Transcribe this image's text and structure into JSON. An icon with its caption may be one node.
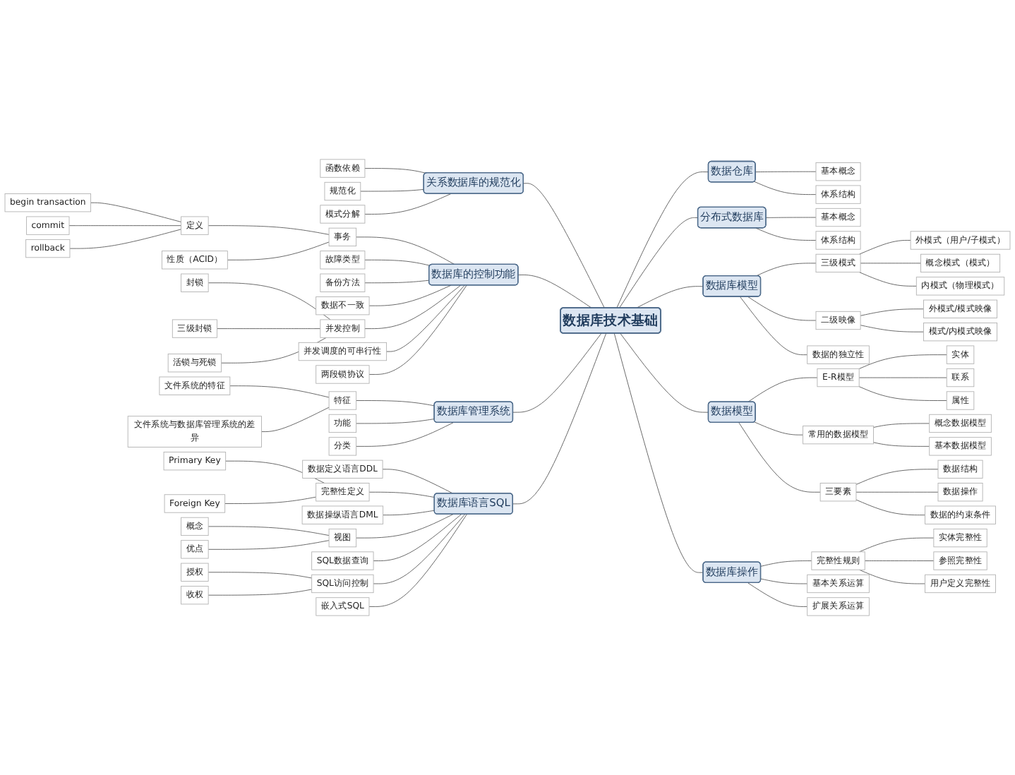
{
  "diagram": {
    "nodes": [
      {
        "text": [
          "数据库技术基础"
        ]
      },
      {
        "text": [
          "关系数据库的规范化"
        ]
      },
      {
        "text": [
          "函数依赖"
        ]
      },
      {
        "text": [
          "规范化"
        ]
      },
      {
        "text": [
          "模式分解"
        ]
      },
      {
        "text": [
          "数据库的控制功能"
        ]
      },
      {
        "text": [
          "事务"
        ]
      },
      {
        "text": [
          "定义"
        ]
      },
      {
        "text": [
          "begin transaction"
        ]
      },
      {
        "text": [
          "commit"
        ]
      },
      {
        "text": [
          "rollback"
        ]
      },
      {
        "text": [
          "性质（ACID）"
        ]
      },
      {
        "text": [
          "故障类型"
        ]
      },
      {
        "text": [
          "备份方法"
        ]
      },
      {
        "text": [
          "数据不一致"
        ]
      },
      {
        "text": [
          "并发控制"
        ]
      },
      {
        "text": [
          "封锁"
        ]
      },
      {
        "text": [
          "三级封锁"
        ]
      },
      {
        "text": [
          "活锁与死锁"
        ]
      },
      {
        "text": [
          "并发调度的可串行性"
        ]
      },
      {
        "text": [
          "两段锁协议"
        ]
      },
      {
        "text": [
          "数据库管理系统"
        ]
      },
      {
        "text": [
          "特征"
        ]
      },
      {
        "text": [
          "文件系统的特征"
        ]
      },
      {
        "text": [
          "文件系统与数据库管理系统的差异"
        ]
      },
      {
        "text": [
          "功能"
        ]
      },
      {
        "text": [
          "分类"
        ]
      },
      {
        "text": [
          "数据库语言SQL"
        ]
      },
      {
        "text": [
          "数据定义语言DDL"
        ]
      },
      {
        "text": [
          "完整性定义"
        ]
      },
      {
        "text": [
          "Primary Key"
        ]
      },
      {
        "text": [
          "Foreign Key"
        ]
      },
      {
        "text": [
          "数据操纵语言DML"
        ]
      },
      {
        "text": [
          "视图"
        ]
      },
      {
        "text": [
          "概念"
        ]
      },
      {
        "text": [
          "优点"
        ]
      },
      {
        "text": [
          "SQL数据查询"
        ]
      },
      {
        "text": [
          "SQL访问控制"
        ]
      },
      {
        "text": [
          "授权"
        ]
      },
      {
        "text": [
          "收权"
        ]
      },
      {
        "text": [
          "嵌入式SQL"
        ]
      },
      {
        "text": [
          "数据仓库"
        ]
      },
      {
        "text": [
          "基本概念"
        ]
      },
      {
        "text": [
          "体系结构"
        ]
      },
      {
        "text": [
          "分布式数据库"
        ]
      },
      {
        "text": [
          "基本概念"
        ]
      },
      {
        "text": [
          "体系结构"
        ]
      },
      {
        "text": [
          "数据库模型"
        ]
      },
      {
        "text": [
          "三级模式"
        ]
      },
      {
        "text": [
          "外模式（用户/子模式）"
        ]
      },
      {
        "text": [
          "概念模式（模式）"
        ]
      },
      {
        "text": [
          "内模式（物理模式）"
        ]
      },
      {
        "text": [
          "二级映像"
        ]
      },
      {
        "text": [
          "外模式/模式映像"
        ]
      },
      {
        "text": [
          "模式/内模式映像"
        ]
      },
      {
        "text": [
          "数据的独立性"
        ]
      },
      {
        "text": [
          "数据模型"
        ]
      },
      {
        "text": [
          "E-R模型"
        ]
      },
      {
        "text": [
          "实体"
        ]
      },
      {
        "text": [
          "联系"
        ]
      },
      {
        "text": [
          "属性"
        ]
      },
      {
        "text": [
          "常用的数据模型"
        ]
      },
      {
        "text": [
          "概念数据模型"
        ]
      },
      {
        "text": [
          "基本数据模型"
        ]
      },
      {
        "text": [
          "三要素"
        ]
      },
      {
        "text": [
          "数据结构"
        ]
      },
      {
        "text": [
          "数据操作"
        ]
      },
      {
        "text": [
          "数据的约束条件"
        ]
      },
      {
        "text": [
          "数据库操作"
        ]
      },
      {
        "text": [
          "完整性规则"
        ]
      },
      {
        "text": [
          "实体完整性"
        ]
      },
      {
        "text": [
          "参照完整性"
        ]
      },
      {
        "text": [
          "用户定义完整性"
        ]
      },
      {
        "text": [
          "基本关系运算"
        ]
      },
      {
        "text": [
          "扩展关系运算"
        ]
      }
    ],
    "edges": [
      {
        "from": 1,
        "to": 0,
        "arrow": "none"
      },
      {
        "from": 2,
        "to": 1,
        "arrow": "none"
      },
      {
        "from": 3,
        "to": 1,
        "arrow": "none"
      },
      {
        "from": 4,
        "to": 1,
        "arrow": "none"
      },
      {
        "from": 5,
        "to": 0,
        "arrow": "none"
      },
      {
        "from": 6,
        "to": 5,
        "arrow": "none"
      },
      {
        "from": 7,
        "to": 6,
        "arrow": "none"
      },
      {
        "from": 8,
        "to": 7,
        "arrow": "none"
      },
      {
        "from": 9,
        "to": 7,
        "arrow": "none"
      },
      {
        "from": 10,
        "to": 7,
        "arrow": "none"
      },
      {
        "from": 11,
        "to": 6,
        "arrow": "none"
      },
      {
        "from": 12,
        "to": 5,
        "arrow": "none"
      },
      {
        "from": 13,
        "to": 5,
        "arrow": "none"
      },
      {
        "from": 14,
        "to": 5,
        "arrow": "none"
      },
      {
        "from": 15,
        "to": 5,
        "arrow": "none"
      },
      {
        "from": 16,
        "to": 15,
        "arrow": "none"
      },
      {
        "from": 17,
        "to": 15,
        "arrow": "none"
      },
      {
        "from": 18,
        "to": 15,
        "arrow": "none"
      },
      {
        "from": 19,
        "to": 5,
        "arrow": "none"
      },
      {
        "from": 20,
        "to": 5,
        "arrow": "none"
      },
      {
        "from": 21,
        "to": 0,
        "arrow": "none"
      },
      {
        "from": 22,
        "to": 21,
        "arrow": "none"
      },
      {
        "from": 23,
        "to": 22,
        "arrow": "none"
      },
      {
        "from": 24,
        "to": 22,
        "arrow": "none"
      },
      {
        "from": 25,
        "to": 21,
        "arrow": "none"
      },
      {
        "from": 26,
        "to": 21,
        "arrow": "none"
      },
      {
        "from": 27,
        "to": 0,
        "arrow": "none"
      },
      {
        "from": 28,
        "to": 27,
        "arrow": "none"
      },
      {
        "from": 29,
        "to": 27,
        "arrow": "none"
      },
      {
        "from": 30,
        "to": 29,
        "arrow": "none"
      },
      {
        "from": 31,
        "to": 29,
        "arrow": "none"
      },
      {
        "from": 32,
        "to": 27,
        "arrow": "none"
      },
      {
        "from": 33,
        "to": 27,
        "arrow": "none"
      },
      {
        "from": 34,
        "to": 33,
        "arrow": "none"
      },
      {
        "from": 35,
        "to": 33,
        "arrow": "none"
      },
      {
        "from": 36,
        "to": 27,
        "arrow": "none"
      },
      {
        "from": 37,
        "to": 27,
        "arrow": "none"
      },
      {
        "from": 38,
        "to": 37,
        "arrow": "none"
      },
      {
        "from": 39,
        "to": 37,
        "arrow": "none"
      },
      {
        "from": 40,
        "to": 27,
        "arrow": "none"
      },
      {
        "from": 0,
        "to": 41,
        "arrow": "none"
      },
      {
        "from": 41,
        "to": 42,
        "arrow": "none"
      },
      {
        "from": 41,
        "to": 43,
        "arrow": "none"
      },
      {
        "from": 0,
        "to": 44,
        "arrow": "none"
      },
      {
        "from": 44,
        "to": 45,
        "arrow": "none"
      },
      {
        "from": 44,
        "to": 46,
        "arrow": "none"
      },
      {
        "from": 0,
        "to": 47,
        "arrow": "none"
      },
      {
        "from": 47,
        "to": 48,
        "arrow": "none"
      },
      {
        "from": 48,
        "to": 49,
        "arrow": "none"
      },
      {
        "from": 48,
        "to": 50,
        "arrow": "none"
      },
      {
        "from": 48,
        "to": 51,
        "arrow": "none"
      },
      {
        "from": 47,
        "to": 52,
        "arrow": "none"
      },
      {
        "from": 52,
        "to": 53,
        "arrow": "none"
      },
      {
        "from": 52,
        "to": 54,
        "arrow": "none"
      },
      {
        "from": 47,
        "to": 55,
        "arrow": "none"
      },
      {
        "from": 0,
        "to": 56,
        "arrow": "none"
      },
      {
        "from": 56,
        "to": 57,
        "arrow": "none"
      },
      {
        "from": 57,
        "to": 58,
        "arrow": "none"
      },
      {
        "from": 57,
        "to": 59,
        "arrow": "none"
      },
      {
        "from": 57,
        "to": 60,
        "arrow": "none"
      },
      {
        "from": 56,
        "to": 61,
        "arrow": "none"
      },
      {
        "from": 61,
        "to": 62,
        "arrow": "none"
      },
      {
        "from": 61,
        "to": 63,
        "arrow": "none"
      },
      {
        "from": 56,
        "to": 64,
        "arrow": "none"
      },
      {
        "from": 64,
        "to": 65,
        "arrow": "none"
      },
      {
        "from": 64,
        "to": 66,
        "arrow": "none"
      },
      {
        "from": 64,
        "to": 67,
        "arrow": "none"
      },
      {
        "from": 0,
        "to": 68,
        "arrow": "none"
      },
      {
        "from": 68,
        "to": 69,
        "arrow": "none"
      },
      {
        "from": 69,
        "to": 70,
        "arrow": "none"
      },
      {
        "from": 69,
        "to": 71,
        "arrow": "none"
      },
      {
        "from": 69,
        "to": 72,
        "arrow": "none"
      },
      {
        "from": 68,
        "to": 73,
        "arrow": "none"
      },
      {
        "from": 68,
        "to": 74,
        "arrow": "none"
      }
    ]
  }
}
